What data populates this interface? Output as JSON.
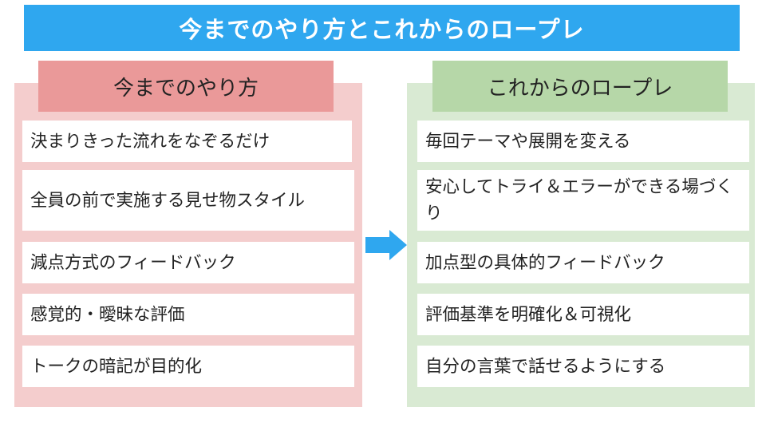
{
  "title": "今までのやり方とこれからのロープレ",
  "colors": {
    "title_bg": "#2fa7ef",
    "left_panel_bg": "#f4cdcd",
    "left_header_bg": "#ea9999",
    "right_panel_bg": "#d9ead3",
    "right_header_bg": "#b6d7a8",
    "arrow": "#2fa7ef"
  },
  "left": {
    "header": "今までのやり方",
    "items": [
      "決まりきった流れをなぞるだけ",
      "全員の前で実施する見せ物スタイル",
      "減点方式のフィードバック",
      "感覚的・曖昧な評価",
      "トークの暗記が目的化"
    ]
  },
  "arrow_icon": "right-arrow-icon",
  "right": {
    "header": "これからのロープレ",
    "items": [
      "毎回テーマや展開を変える",
      "安心してトライ＆エラーができる場づくり",
      "加点型の具体的フィードバック",
      "評価基準を明確化＆可視化",
      "自分の言葉で話せるようにする"
    ]
  }
}
